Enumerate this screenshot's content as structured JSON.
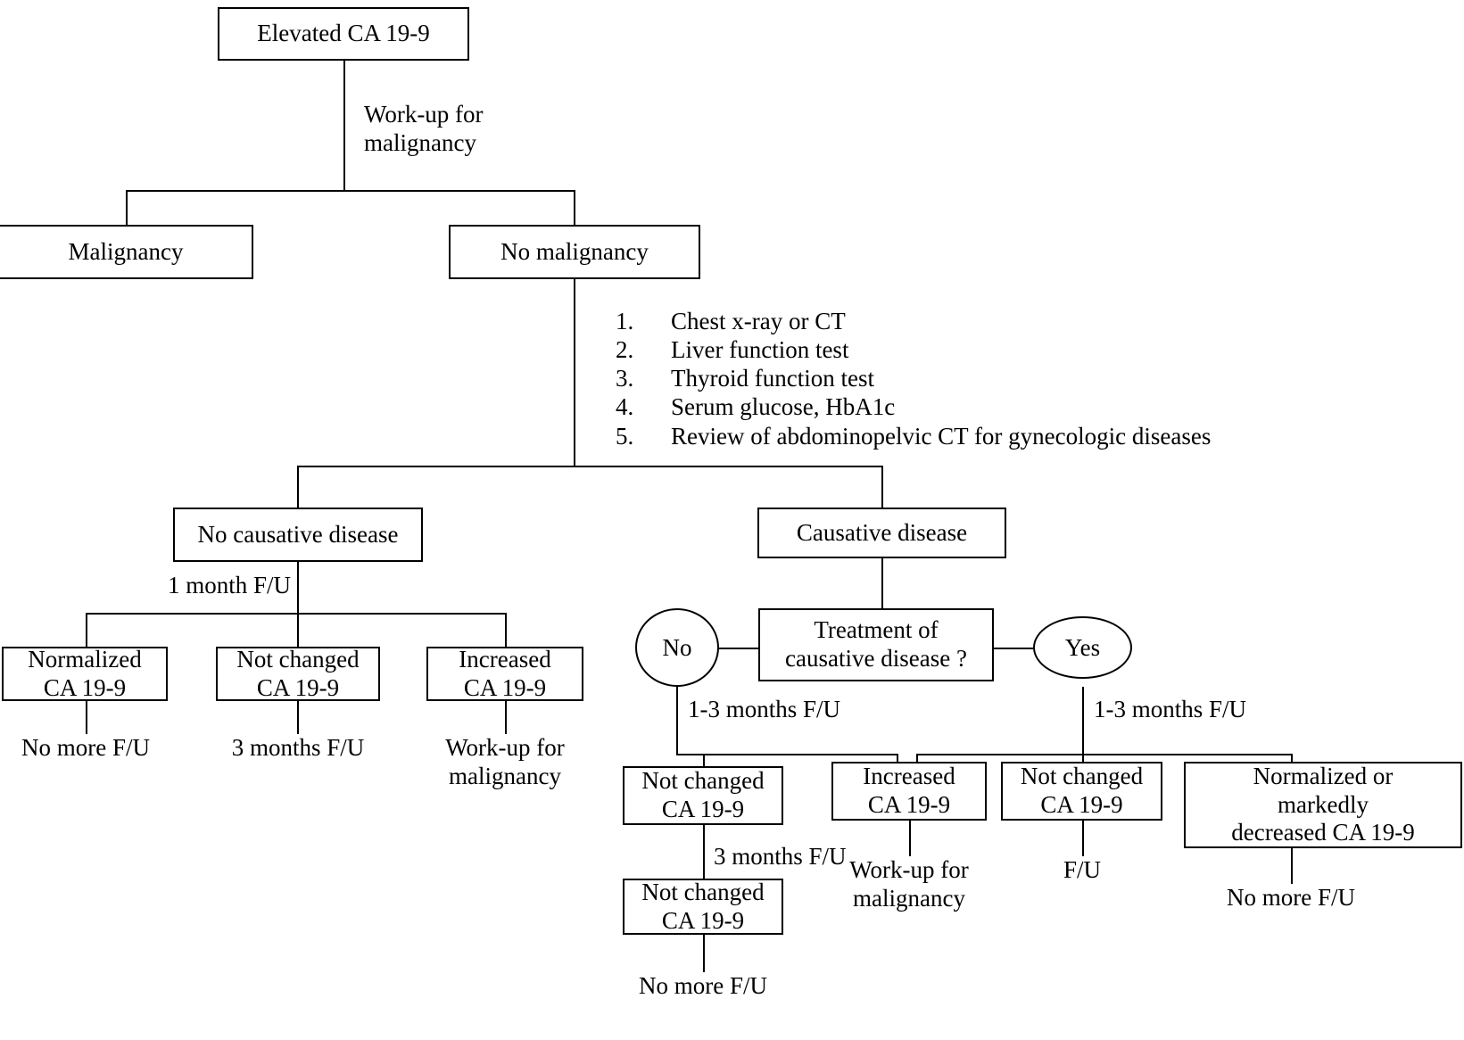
{
  "diagram": {
    "title": "CA 19-9 elevation work-up algorithm",
    "stroke_color": "#000000",
    "background_color": "#ffffff"
  },
  "nodes": {
    "elevated": {
      "label": "Elevated CA 19-9"
    },
    "malignancy": {
      "label": "Malignancy"
    },
    "no_malignancy": {
      "label": "No malignancy"
    },
    "no_causative": {
      "label": "No causative disease"
    },
    "causative": {
      "label": "Causative disease"
    },
    "treatment_q": {
      "line1": "Treatment of",
      "line2": "causative disease ?"
    },
    "no_circle": {
      "label": "No"
    },
    "yes_circle": {
      "label": "Yes"
    },
    "left_normalized": {
      "line1": "Normalized",
      "line2": "CA 19-9"
    },
    "left_not_changed": {
      "line1": "Not changed",
      "line2": "CA 19-9"
    },
    "left_increased": {
      "line1": "Increased",
      "line2": "CA 19-9"
    },
    "no_not_changed": {
      "line1": "Not changed",
      "line2": "CA 19-9"
    },
    "no_increased": {
      "line1": "Increased",
      "line2": "CA 19-9"
    },
    "no_not_changed_2": {
      "line1": "Not changed",
      "line2": "CA 19-9"
    },
    "yes_not_changed": {
      "line1": "Not changed",
      "line2": "CA 19-9"
    },
    "yes_normalized": {
      "line1": "Normalized or",
      "line2": "markedly",
      "line3": "decreased CA 19-9"
    }
  },
  "edge_labels": {
    "workup_malignancy_top": {
      "line1": "Work-up for",
      "line2": "malignancy"
    },
    "one_month_fu": {
      "text": "1 month F/U"
    },
    "no_more_fu_left": {
      "text": "No more F/U"
    },
    "three_months_fu_left": {
      "text": "3 months F/U"
    },
    "workup_malignancy_left": {
      "line1": "Work-up for",
      "line2": "malignancy"
    },
    "one_to_three_months_fu_no": {
      "text": "1-3 months F/U"
    },
    "one_to_three_months_fu_yes": {
      "text": "1-3 months F/U"
    },
    "three_months_fu_no": {
      "text": "3 months F/U"
    },
    "no_more_fu_bottom": {
      "text": "No more F/U"
    },
    "workup_malignancy_mid": {
      "line1": "Work-up for",
      "line2": "malignancy"
    },
    "fu_yes": {
      "text": "F/U"
    },
    "no_more_fu_right": {
      "text": "No more F/U"
    }
  },
  "worklist": {
    "items": [
      {
        "num": "1.",
        "text": "Chest x-ray or CT"
      },
      {
        "num": "2.",
        "text": "Liver function test"
      },
      {
        "num": "3.",
        "text": "Thyroid function test"
      },
      {
        "num": "4.",
        "text": "Serum glucose, HbA1c"
      },
      {
        "num": "5.",
        "text": "Review of abdominopelvic CT for gynecologic diseases"
      }
    ]
  }
}
